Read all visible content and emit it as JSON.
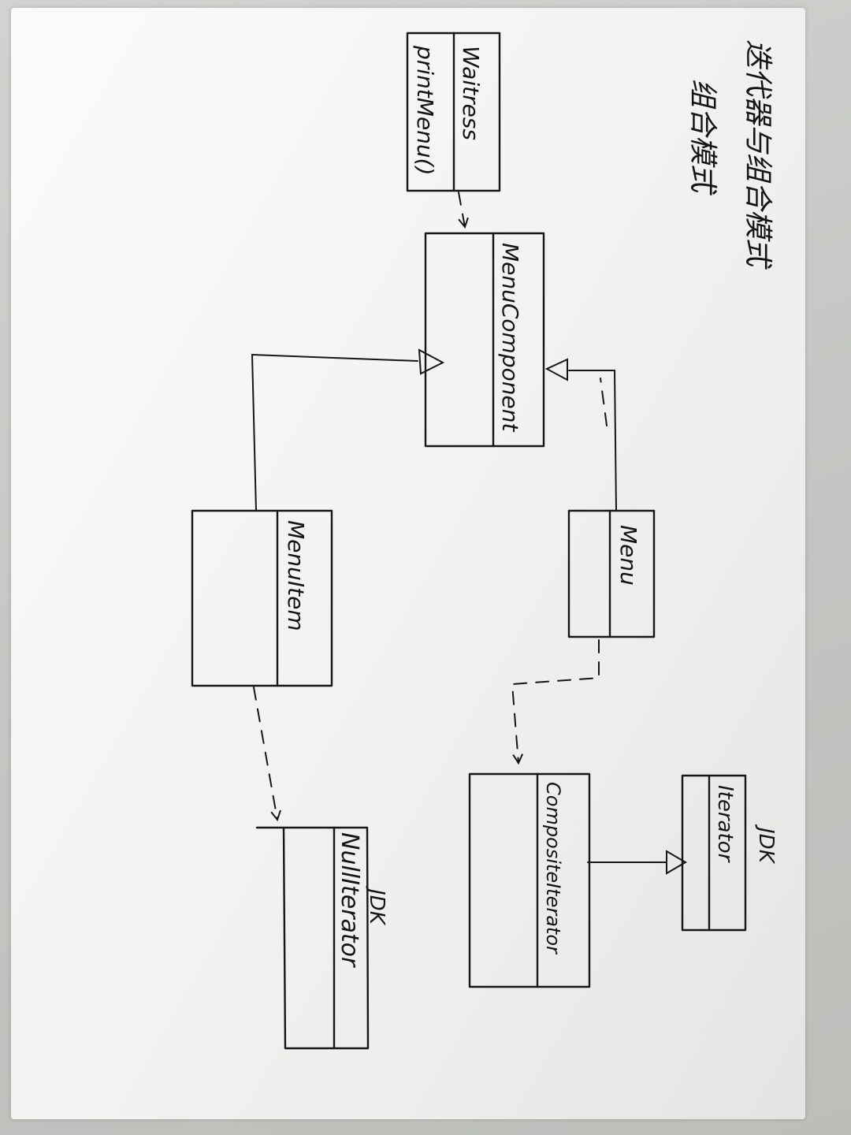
{
  "title": {
    "line1": "迭代器与组合模式",
    "line2": "组合模式"
  },
  "classes": {
    "waitress": {
      "name": "Waitress",
      "method": "printMenu()"
    },
    "menu_component": {
      "name": "MenuComponent"
    },
    "menu_item": {
      "name": "MenuItem"
    },
    "menu": {
      "name": "Menu"
    },
    "null_iterator": {
      "name": "NullIterator",
      "tag": "JDK"
    },
    "composite_iterator": {
      "name": "CompositeIterator"
    },
    "iterator": {
      "name": "Iterator",
      "tag": "JDK"
    }
  }
}
